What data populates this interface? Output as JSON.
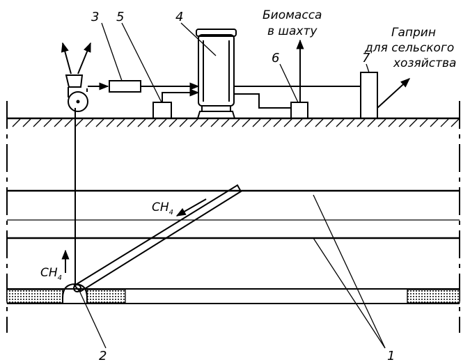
{
  "labels": {
    "n1": "1",
    "n2": "2",
    "n3": "3",
    "n4": "4",
    "n5": "5",
    "n6": "6",
    "n7": "7",
    "biomass_line1": "Биомасса",
    "biomass_line2": "в шахту",
    "gaprin_line1": "Гаприн",
    "gaprin_line2": "для сельского",
    "gaprin_line3": "хозяйства",
    "ch4_main": "CH",
    "ch4_sub": "4"
  }
}
